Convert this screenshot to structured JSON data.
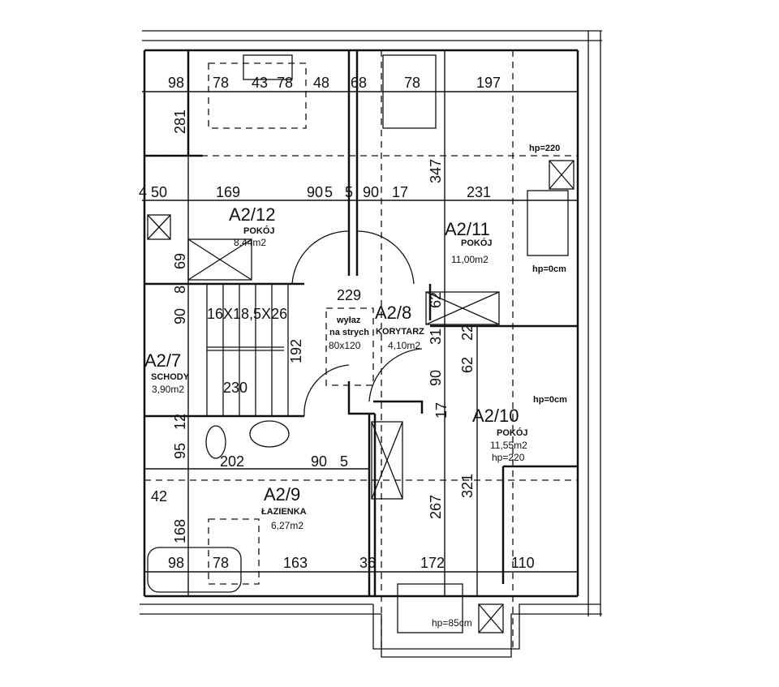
{
  "rooms": {
    "r12": {
      "id": "A2/12",
      "name": "POKÓJ",
      "area": "8,44m2"
    },
    "r11": {
      "id": "A2/11",
      "name": "POKÓJ",
      "area": "11,00m2",
      "hp_top": "hp=220",
      "hp_window": "hp=0cm"
    },
    "r8": {
      "id": "A2/8",
      "name": "KORYTARZ",
      "area": "4,10m2",
      "hatch_1": "wyłaz",
      "hatch_2": "na strych",
      "hatch_3": "80x120"
    },
    "r7": {
      "id": "A2/7",
      "name": "SCHODY",
      "area": "3,90m2",
      "stairs": "16X18,5X26"
    },
    "r10": {
      "id": "A2/10",
      "name": "POKÓJ",
      "area": "11,55m2",
      "hp": "hp=220",
      "hp_window": "hp=0cm"
    },
    "r9": {
      "id": "A2/9",
      "name": "ŁAZIENKA",
      "area": "6,27m2"
    },
    "bay": {
      "hp": "hp=85cm"
    }
  },
  "dims": {
    "top": [
      "98",
      "78",
      "43",
      "78",
      "48",
      "68",
      "78",
      "197"
    ],
    "mid": [
      "4",
      "50",
      "169",
      "90",
      "5",
      "5",
      "90",
      "17",
      "231"
    ],
    "lower": [
      "202",
      "90",
      "5"
    ],
    "bottom": [
      "98",
      "78",
      "163",
      "36",
      "172",
      "110"
    ],
    "vertical": {
      "v281": "281",
      "v69": "69",
      "v8": "8",
      "v90a": "90",
      "v12": "12",
      "v95": "95",
      "v168": "168",
      "v42": "42",
      "v347": "347",
      "v229": "229",
      "v62a": "62",
      "v31": "31",
      "v22": "22",
      "v62b": "62",
      "v90b": "90",
      "v17": "17",
      "v192": "192",
      "v230": "230",
      "v267": "267",
      "v321": "321"
    }
  }
}
